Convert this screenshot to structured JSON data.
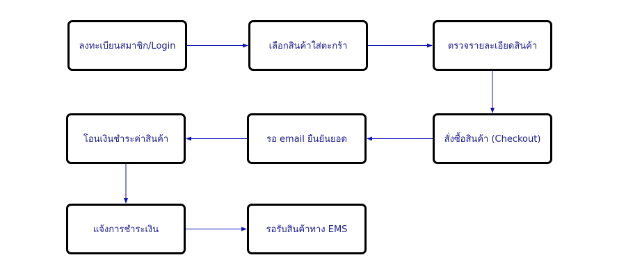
{
  "diagram": {
    "colors": {
      "text": "#1a1a8c",
      "arrow": "#1010c0",
      "border": "#000000"
    },
    "nodes": [
      {
        "id": "n1",
        "label": "ลงทะเบียนสมาชิก/Login"
      },
      {
        "id": "n2",
        "label": "เลือกสินค้าใส่ตะกร้า"
      },
      {
        "id": "n3",
        "label": "ตรวจรายละเอียดสินค้า"
      },
      {
        "id": "n4",
        "label": "สั่งซื้อสินค้า (Checkout)"
      },
      {
        "id": "n5",
        "label": "รอ email ยืนยันยอด"
      },
      {
        "id": "n6",
        "label": "โอนเงินชำระค่าสินค้า"
      },
      {
        "id": "n7",
        "label": "แจ้งการชำระเงิน"
      },
      {
        "id": "n8",
        "label": "รอรับสินค้าทาง EMS"
      }
    ],
    "edges": [
      {
        "from": "n1",
        "to": "n2"
      },
      {
        "from": "n2",
        "to": "n3"
      },
      {
        "from": "n3",
        "to": "n4"
      },
      {
        "from": "n4",
        "to": "n5"
      },
      {
        "from": "n5",
        "to": "n6"
      },
      {
        "from": "n6",
        "to": "n7"
      },
      {
        "from": "n7",
        "to": "n8"
      }
    ]
  }
}
